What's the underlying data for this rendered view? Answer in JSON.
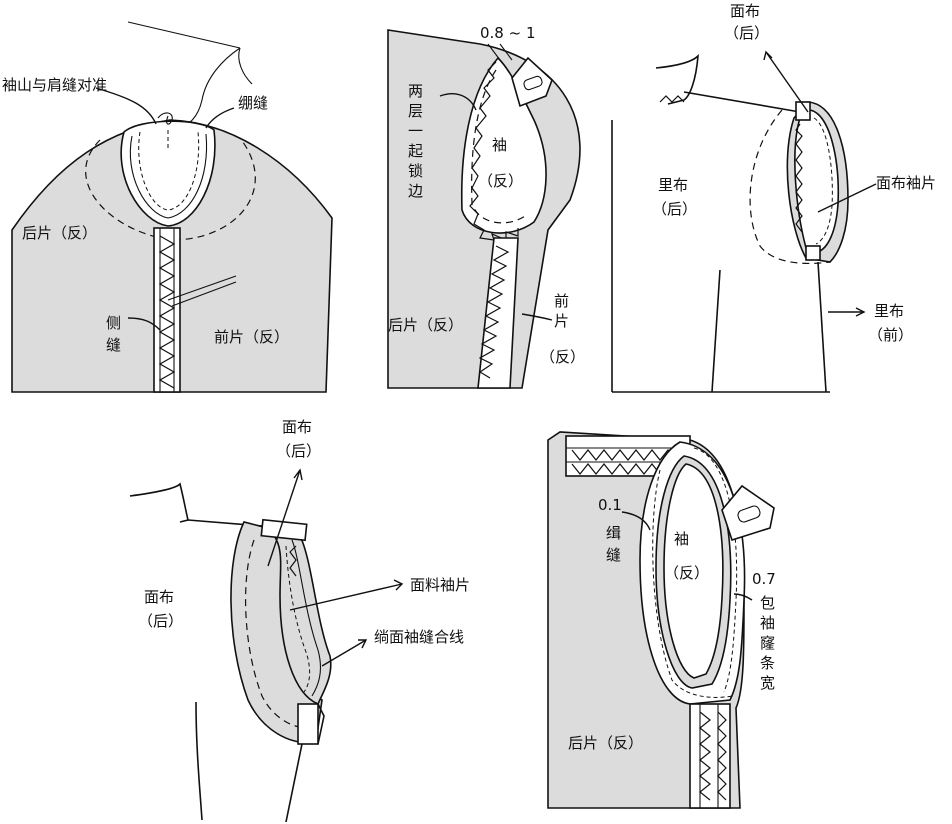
{
  "panels": [
    {
      "id": "panel1",
      "labels": {
        "align": "袖山与肩缝对准",
        "baste": "绷缝",
        "back": "后片（反）",
        "side_seam_1": "侧",
        "side_seam_2": "缝",
        "front": "前片（反）"
      }
    },
    {
      "id": "panel2",
      "labels": {
        "width": "0.8 ~ 1",
        "overlock_1": "两",
        "overlock_2": "层",
        "overlock_3": "一",
        "overlock_4": "起",
        "overlock_5": "锁",
        "overlock_6": "边",
        "sleeve_1": "袖",
        "sleeve_2": "（反）",
        "back": "后片（反）",
        "front_1": "前",
        "front_2": "片",
        "front_3": "（反）"
      }
    },
    {
      "id": "panel3",
      "labels": {
        "shell_back_1": "面布",
        "shell_back_2": "（后）",
        "lining_back_1": "里布",
        "lining_back_2": "（后）",
        "shell_sleeve": "面布袖片",
        "lining_front_1": "里布",
        "lining_front_2": "（前）"
      }
    },
    {
      "id": "panel4",
      "labels": {
        "shell_back_top_1": "面布",
        "shell_back_top_2": "（后）",
        "shell_back_1": "面布",
        "shell_back_2": "（后）",
        "shell_sleeve": "面料袖片",
        "seam_line": "绱面袖缝合线"
      }
    },
    {
      "id": "panel5",
      "labels": {
        "width_a": "0.1",
        "stitch_1": "缉",
        "stitch_2": "缝",
        "sleeve_1": "袖",
        "sleeve_2": "（反）",
        "width_b": "0.7",
        "binding_1": "包",
        "binding_2": "袖",
        "binding_3": "窿",
        "binding_4": "条",
        "binding_5": "宽",
        "back": "后片（反）"
      }
    }
  ]
}
